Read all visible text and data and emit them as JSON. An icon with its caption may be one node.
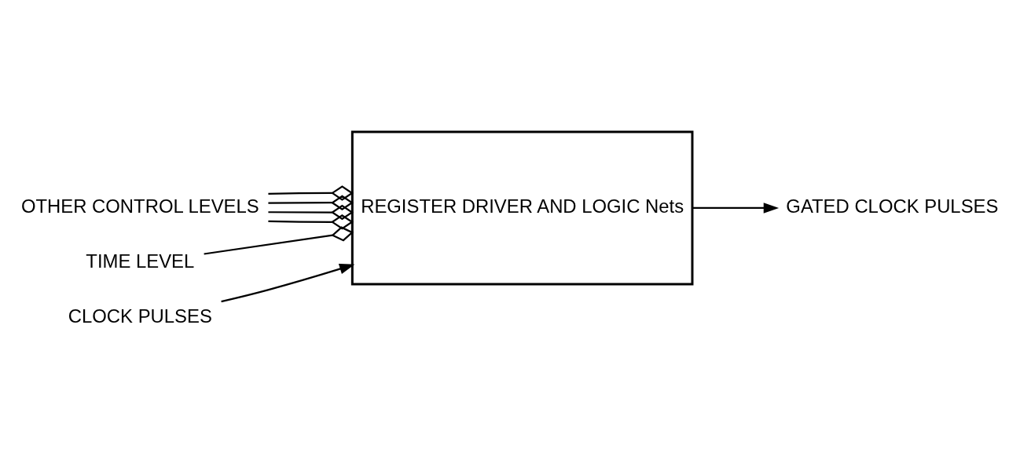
{
  "diagram": {
    "nodes": [
      {
        "text": [
          "REGISTER DRIVER AND LOGIC Nets"
        ]
      },
      {
        "text": [
          "OTHER CONTROL LEVELS"
        ]
      },
      {
        "text": [
          "TIME LEVEL"
        ]
      },
      {
        "text": [
          "GATED CLOCK PULSES"
        ]
      },
      {
        "text": [
          "CLOCK PULSES"
        ]
      }
    ],
    "edges": [
      {
        "from": 1,
        "to": 0,
        "arrow": "other"
      },
      {
        "from": 1,
        "to": 0,
        "arrow": "other"
      },
      {
        "from": 1,
        "to": 0,
        "arrow": "other"
      },
      {
        "from": 1,
        "to": 0,
        "arrow": "other"
      },
      {
        "from": 2,
        "to": 0,
        "arrow": "other"
      },
      {
        "from": 0,
        "to": 3,
        "arrow": "to"
      },
      {
        "from": 4,
        "to": 0,
        "arrow": "to"
      }
    ]
  }
}
